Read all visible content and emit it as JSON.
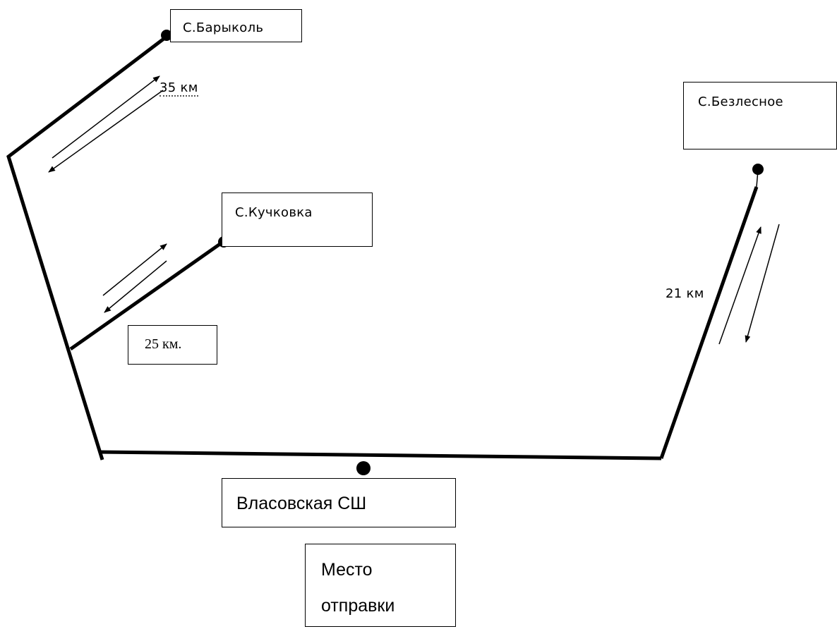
{
  "villages": {
    "barykol": "С.Барыколь",
    "bezlesnoe": "С.Безлесное",
    "kuchkovka": "С.Кучковка"
  },
  "school": "Власовская СШ",
  "departure": {
    "line1": "Место",
    "line2": "отправки"
  },
  "distances": {
    "barykol": "35 км",
    "kuchkovka": "25 км.",
    "bezlesnoe": "21 км"
  }
}
